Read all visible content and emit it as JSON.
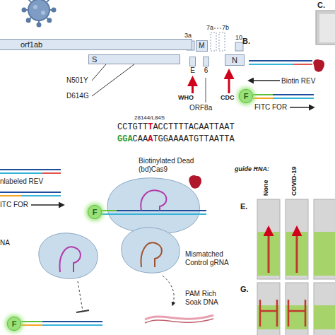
{
  "diagram": {
    "nodes": [
      {
        "text": [
          "orf1ab"
        ]
      },
      {
        "text": [
          "S"
        ]
      },
      {
        "text": [
          "M"
        ]
      },
      {
        "text": [
          "E"
        ]
      },
      {
        "text": [
          "6"
        ]
      },
      {
        "text": [
          "N"
        ]
      },
      {
        "text": [
          "F"
        ]
      },
      {
        "text": [
          "F"
        ]
      },
      {
        "text": [
          "F"
        ]
      }
    ],
    "labels": [
      "C.",
      "B.",
      "3a",
      "7a",
      "7b",
      "10",
      "N501Y",
      "D614G",
      "WHO",
      "CDC",
      "ORF8a",
      "28144/L84S",
      "CCTGTT",
      "T",
      "ACCTTTTACAATTAAT",
      "GGA",
      "CAA",
      "A",
      "TGGAAAATGTTAATTA",
      "Biotin REV",
      "FITC FOR",
      "nlabeled REV",
      "ITC FOR",
      "Biotinylated Dead (bd)Cas9",
      "NA",
      "Mismatched Control gRNA",
      "PAM Rich Soak DNA",
      "guide RNA:",
      "None",
      "COVID-19",
      "E.",
      "G."
    ]
  }
}
